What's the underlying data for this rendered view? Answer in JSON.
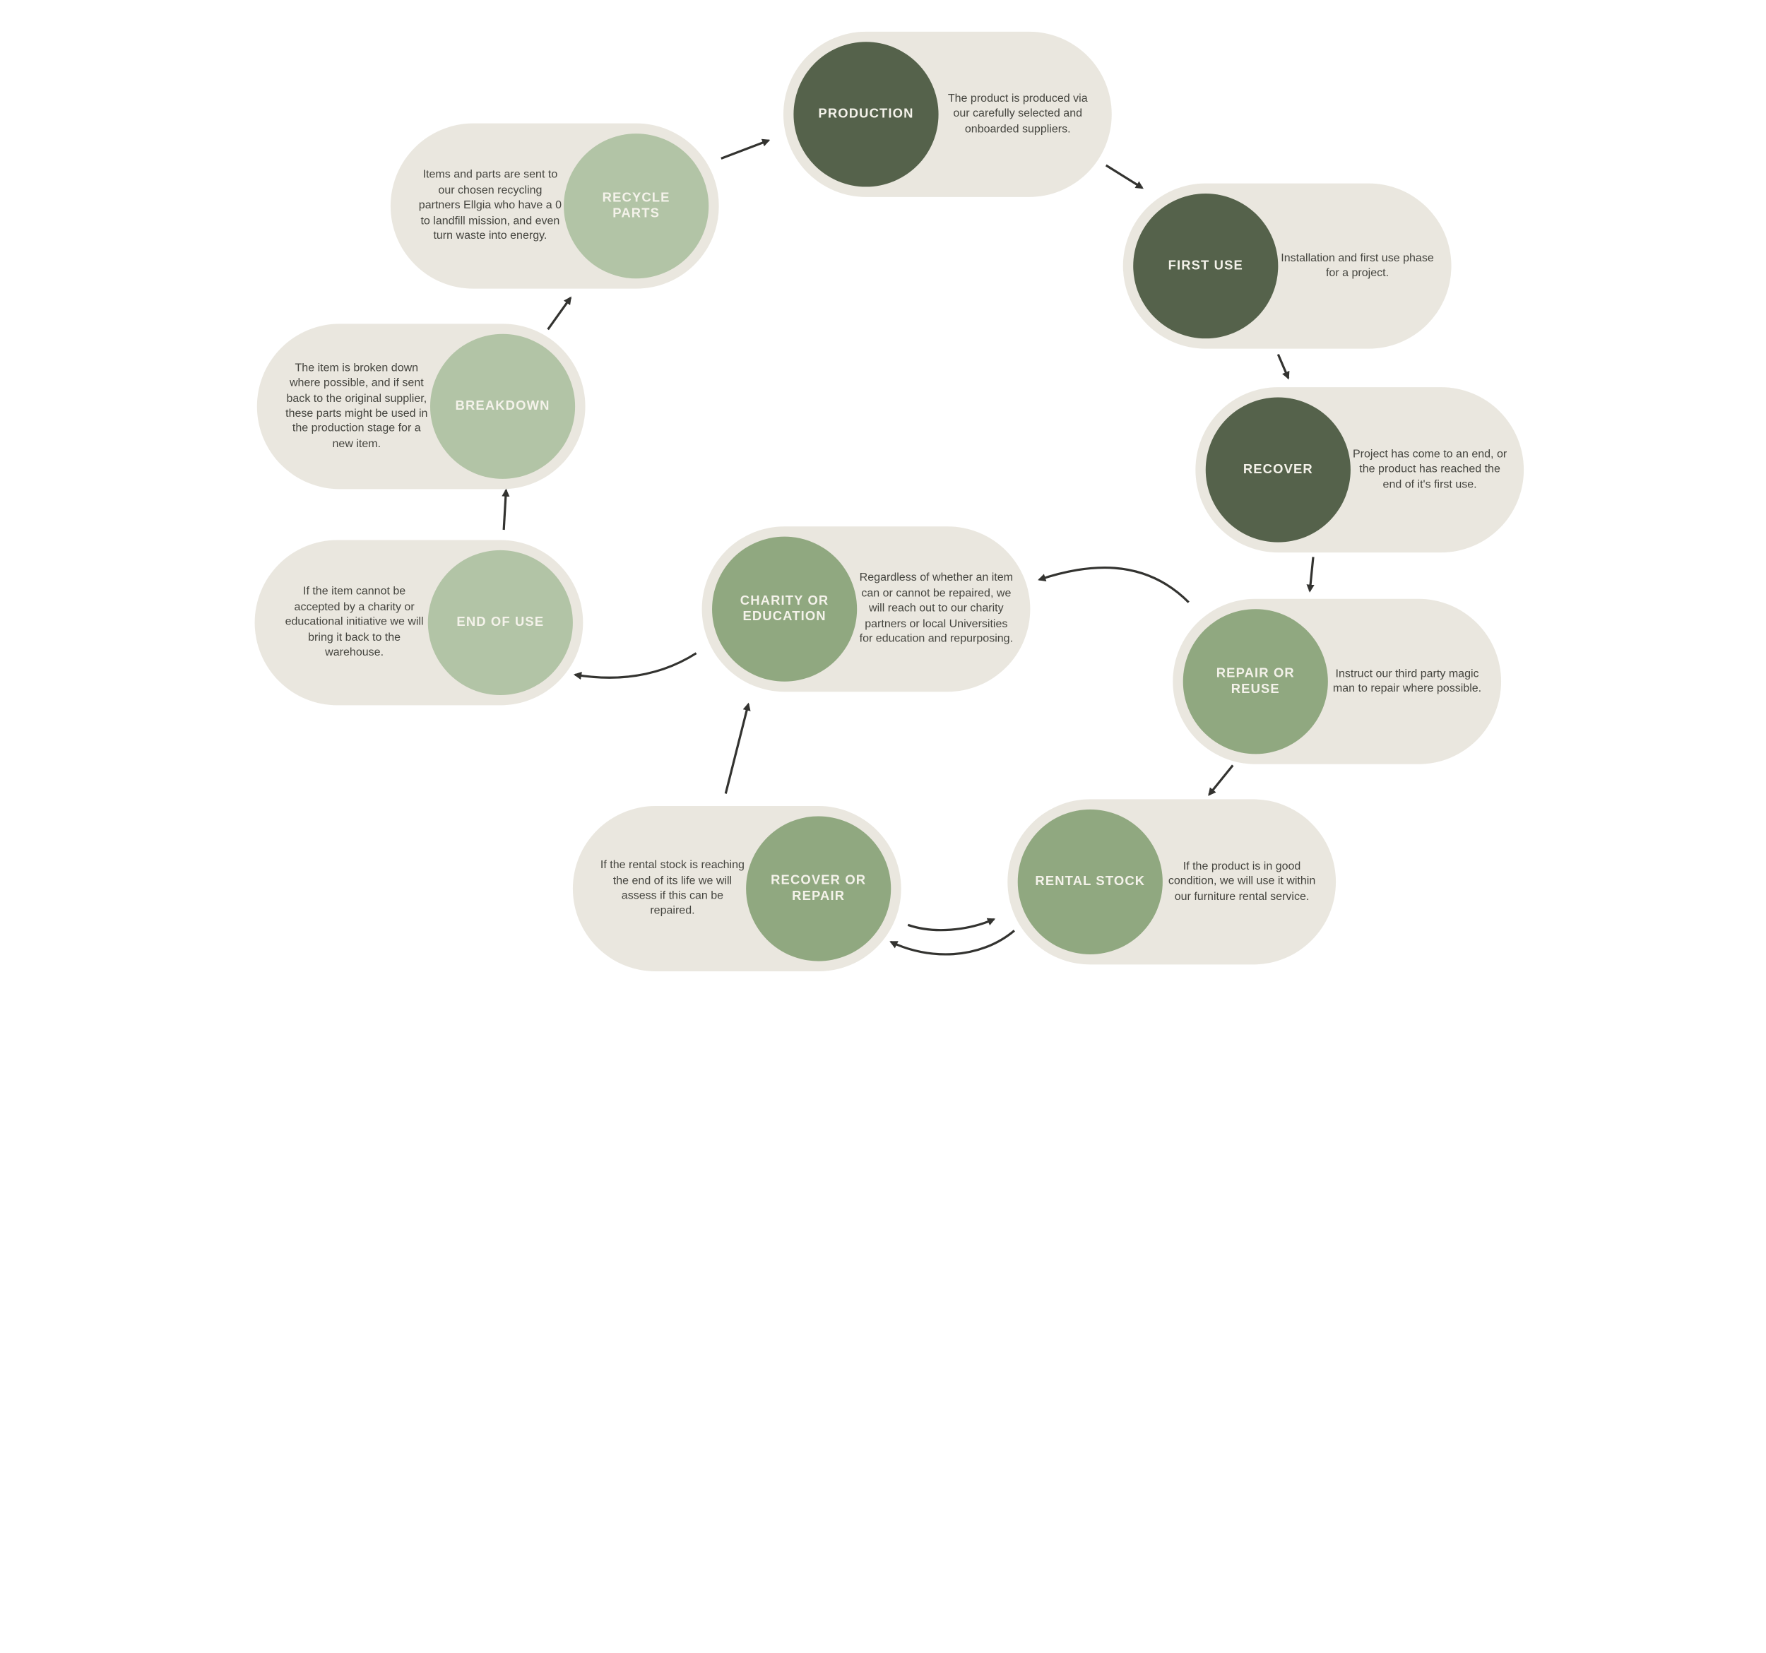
{
  "diagram": {
    "stages": [
      {
        "id": "production",
        "label": "PRODUCTION",
        "description": "The product is produced via our carefully selected and onboarded suppliers.",
        "tone": "dark"
      },
      {
        "id": "first-use",
        "label": "FIRST USE",
        "description": "Installation and first use phase for a project.",
        "tone": "dark"
      },
      {
        "id": "recover",
        "label": "RECOVER",
        "description": "Project has come to an end, or the product has reached the end of it's first use.",
        "tone": "dark"
      },
      {
        "id": "repair-or-reuse",
        "label": "REPAIR OR REUSE",
        "description": "Instruct our third party magic man to repair where possible.",
        "tone": "mid"
      },
      {
        "id": "rental-stock",
        "label": "RENTAL STOCK",
        "description": "If the product is in good condition, we will use it within our furniture rental service.",
        "tone": "mid"
      },
      {
        "id": "recover-or-repair",
        "label": "RECOVER OR REPAIR",
        "description": "If the rental stock is reaching the end of its life we will assess if this can be repaired.",
        "tone": "mid"
      },
      {
        "id": "charity-or-education",
        "label": "CHARITY OR EDUCATION",
        "description": "Regardless of whether an item can or cannot be repaired, we will reach out to our charity partners or local Universities for education and repurposing.",
        "tone": "mid"
      },
      {
        "id": "end-of-use",
        "label": "END OF USE",
        "description": "If the item cannot be accepted by a charity or educational initiative we will bring it back to the warehouse.",
        "tone": "light"
      },
      {
        "id": "breakdown",
        "label": "BREAKDOWN",
        "description": "The item is broken down where possible, and if sent back to the original supplier, these parts might be used in the production stage for a new item.",
        "tone": "light"
      },
      {
        "id": "recycle-parts",
        "label": "RECYCLE PARTS",
        "description": "Items and parts are sent to our chosen recycling partners Ellgia who have a 0 to landfill mission, and even turn waste into energy.",
        "tone": "light"
      }
    ],
    "colors": {
      "pill": "#eae7df",
      "dark_green": "#55624b",
      "mid_green": "#90a880",
      "light_green": "#b2c4a6",
      "arrow": "#333330"
    }
  }
}
